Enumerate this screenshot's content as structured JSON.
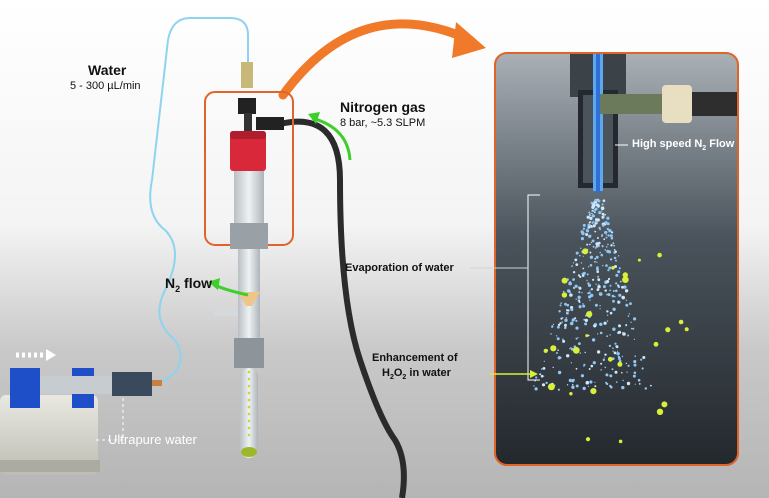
{
  "labels": {
    "water_title": "Water",
    "water_rate": "5 - 300 µL/min",
    "nitrogen_title": "Nitrogen gas",
    "nitrogen_spec": "8 bar, ~5.3 SLPM",
    "n2_flow_n": "N",
    "n2_flow_sub": "2",
    "n2_flow_rest": " flow",
    "ultrapure": "Ultrapure water",
    "high_speed_pre": "High speed N",
    "high_speed_sub": "2",
    "high_speed_post": " Flow",
    "evaporation": "Evaporation of water",
    "enh_line1": "Enhancement of",
    "h2o2_h": "H",
    "h2o2_sub1": "2",
    "h2o2_o": "O",
    "h2o2_sub2": "2",
    "h2o2_rest": " in water"
  },
  "colors": {
    "highlight_box": "#e0632a",
    "big_arrow": "#f07a2a",
    "flow_arrow": "#3ecf2a",
    "water_tube": "#8fd3f0",
    "gas_tube": "#2b2b2b",
    "cap": "#d8283a",
    "droplet": "#d8f03a"
  },
  "icons": [
    "flow-arrow-icon",
    "big-curved-arrow-icon",
    "yellow-pointer-arrow-icon",
    "white-dashed-arrow-icon"
  ]
}
